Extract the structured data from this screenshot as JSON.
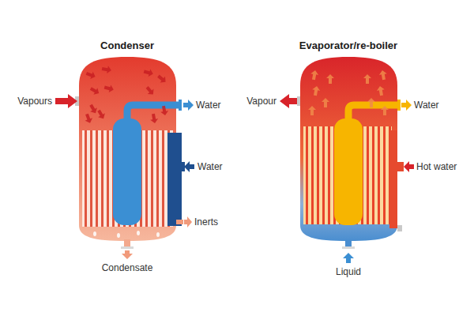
{
  "diagram": {
    "nodes": [
      {
        "text": [
          "Condenser"
        ]
      },
      {
        "text": [
          "Evaporator/re-boiler"
        ]
      }
    ],
    "labels": [
      "Vapours",
      "Water",
      "Water",
      "Inerts",
      "Condensate",
      "Vapour",
      "Water",
      "Hot water",
      "Liquid"
    ]
  }
}
